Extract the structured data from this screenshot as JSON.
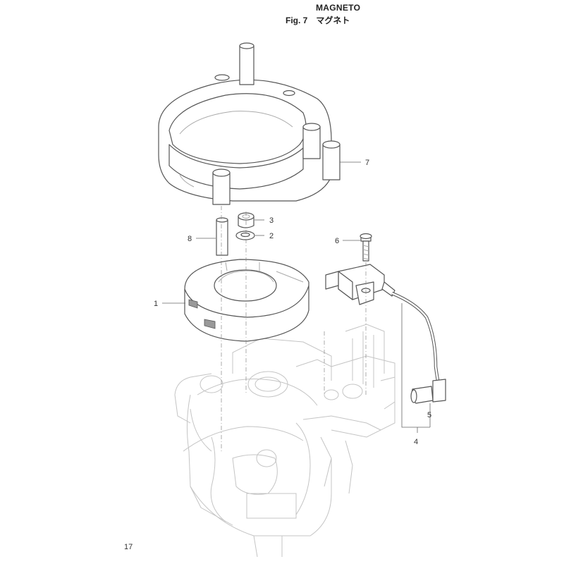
{
  "header": {
    "title": "MAGNETO",
    "fig_label": "Fig. 7",
    "fig_title_jp": "マグネト"
  },
  "callouts": [
    {
      "id": "1",
      "label": "1"
    },
    {
      "id": "2",
      "label": "2"
    },
    {
      "id": "3",
      "label": "3"
    },
    {
      "id": "4",
      "label": "4"
    },
    {
      "id": "5",
      "label": "5"
    },
    {
      "id": "6",
      "label": "6"
    },
    {
      "id": "7",
      "label": "7"
    },
    {
      "id": "8",
      "label": "8"
    }
  ],
  "footer": {
    "page_number": "17"
  }
}
